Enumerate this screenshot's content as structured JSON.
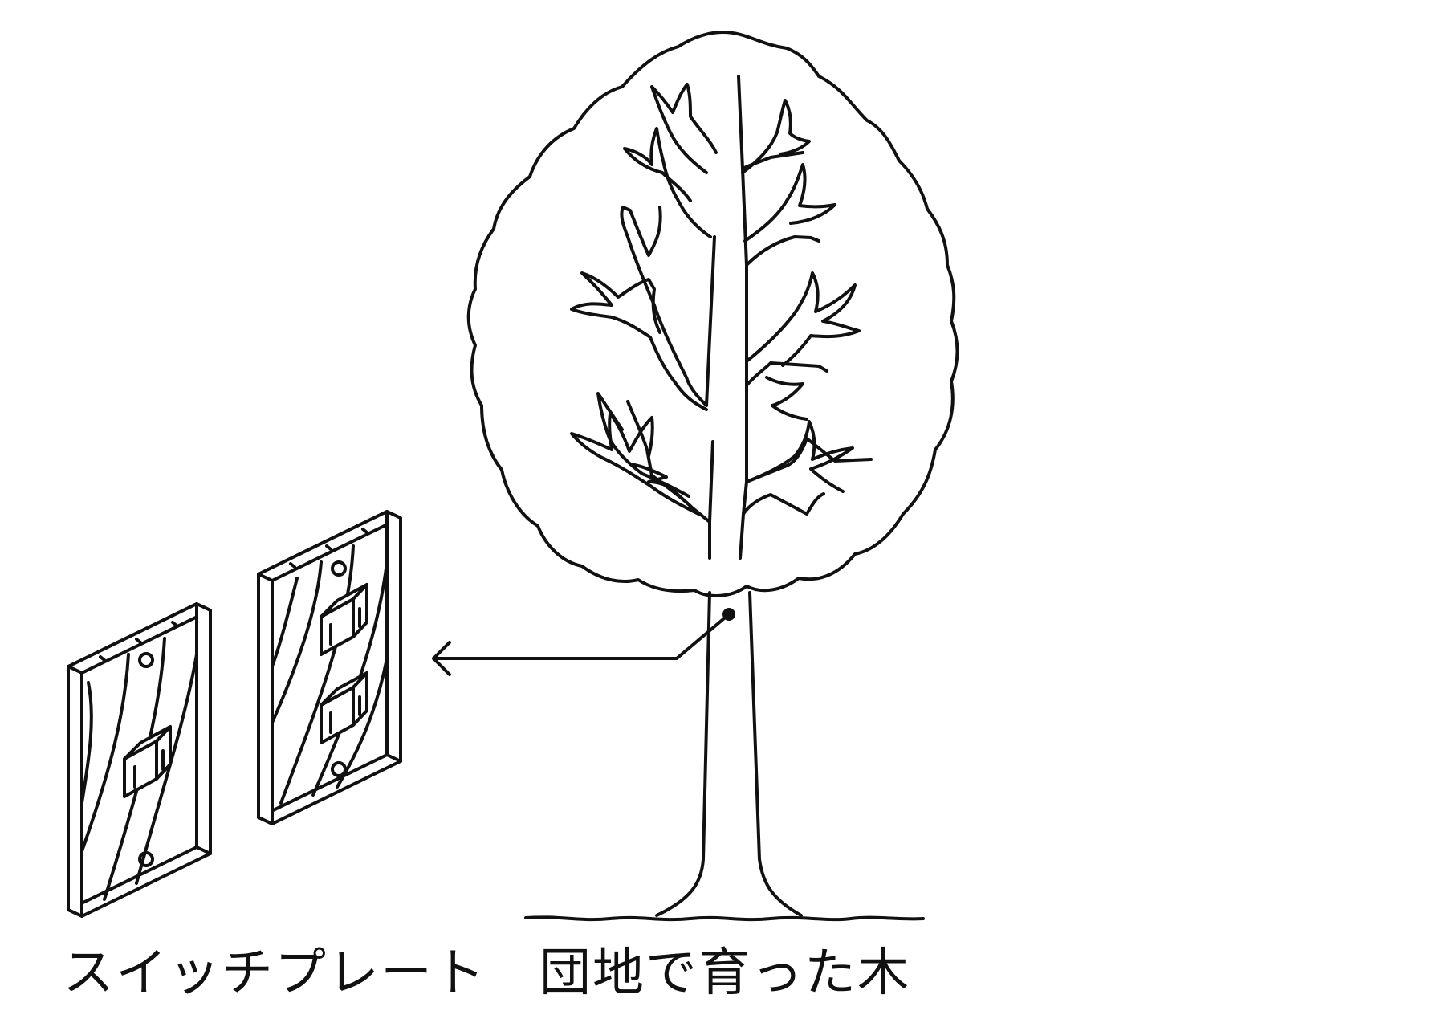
{
  "labels": {
    "switch_plate": "スイッチプレート",
    "tree": "団地で育った木"
  },
  "colors": {
    "line": "#111111",
    "background": "#ffffff"
  },
  "icons": {
    "tree": "tree-illustration",
    "plates": "switch-plate-illustration",
    "arrow": "arrow-left"
  }
}
